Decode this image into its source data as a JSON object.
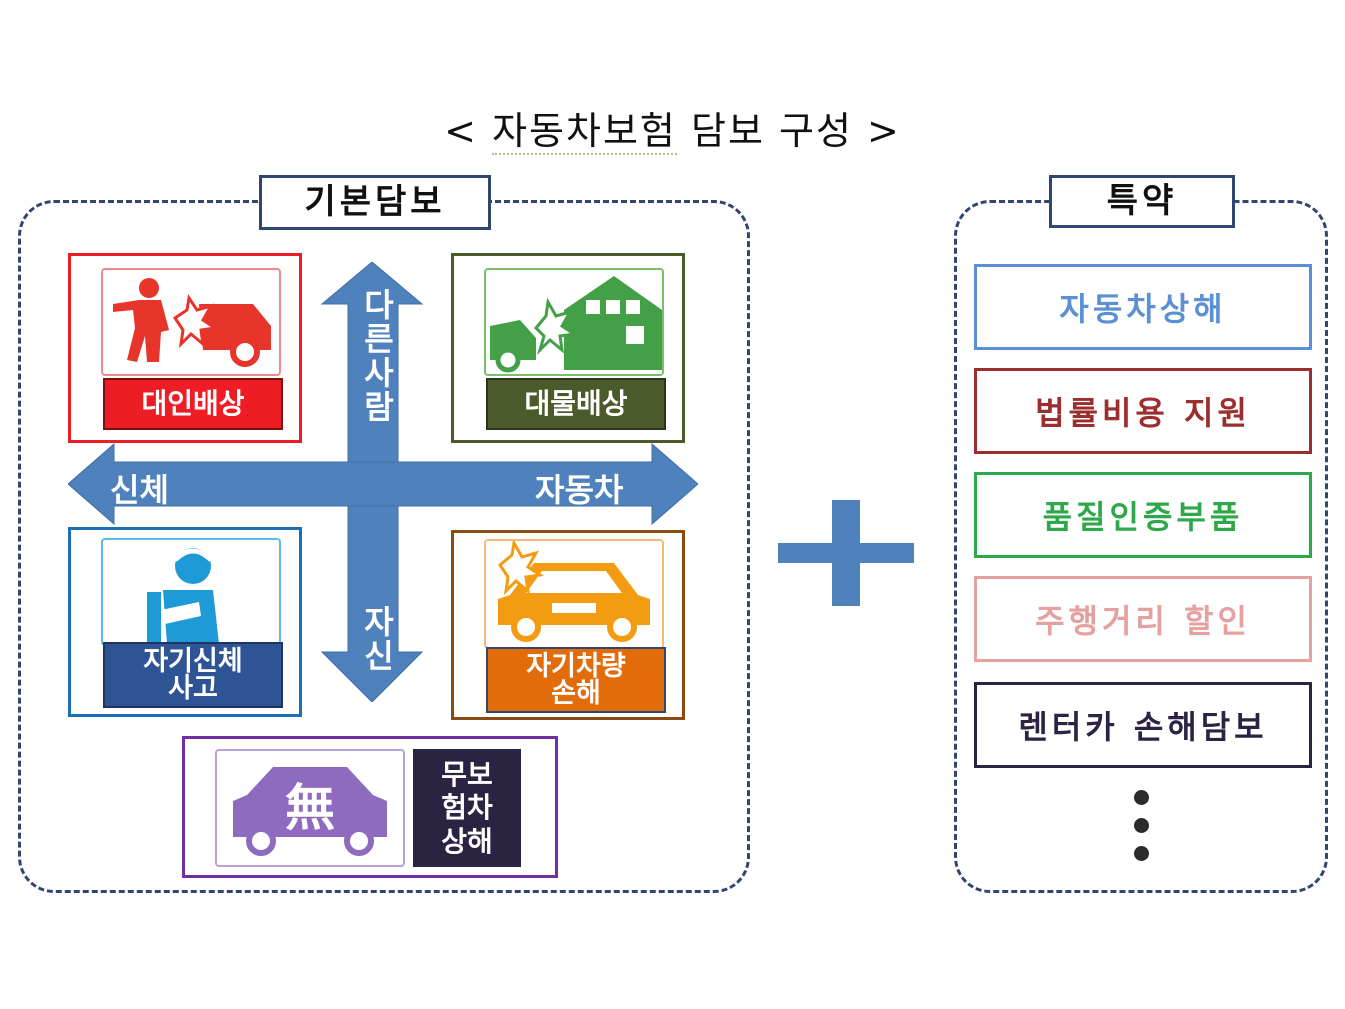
{
  "title": {
    "prefix": "< ",
    "main": "자동차보험",
    "rest": " 담보 구성 >"
  },
  "left_panel": {
    "header": "기본담보",
    "arrows": {
      "up": "다른사람",
      "down": "자신",
      "left": "신체",
      "right": "자동차"
    },
    "cards": [
      {
        "label": "대인배상",
        "icon": "person-hit-by-car-icon",
        "color": "#ee1c25"
      },
      {
        "label": "대물배상",
        "icon": "car-hits-house-icon",
        "color": "#4b5a2a"
      },
      {
        "label_line1": "자기신체",
        "label_line2": "사고",
        "icon": "injured-person-icon",
        "color": "#1c6fb6"
      },
      {
        "label_line1": "자기차량",
        "label_line2": "손해",
        "icon": "damaged-car-icon",
        "color": "#e36c0a"
      },
      {
        "label_line1": "무보",
        "label_line2": "험차",
        "label_line3": "상해",
        "icon": "uninsured-car-icon",
        "icon_char": "無",
        "color": "#7030a0"
      }
    ]
  },
  "plus": "+",
  "right_panel": {
    "header": "특약",
    "items": [
      {
        "label": "자동차상해",
        "color": "#5b8fd6"
      },
      {
        "label": "법률비용 지원",
        "color": "#9b2f2f"
      },
      {
        "label": "품질인증부품",
        "color": "#2ea84a"
      },
      {
        "label": "주행거리 할인",
        "color": "#e5a0a0"
      },
      {
        "label": "렌터카 손해담보",
        "color": "#2c2343"
      }
    ]
  },
  "colors": {
    "frame": "#2f4770",
    "arrow": "#4f81bd",
    "plus": "#4f81bd"
  }
}
